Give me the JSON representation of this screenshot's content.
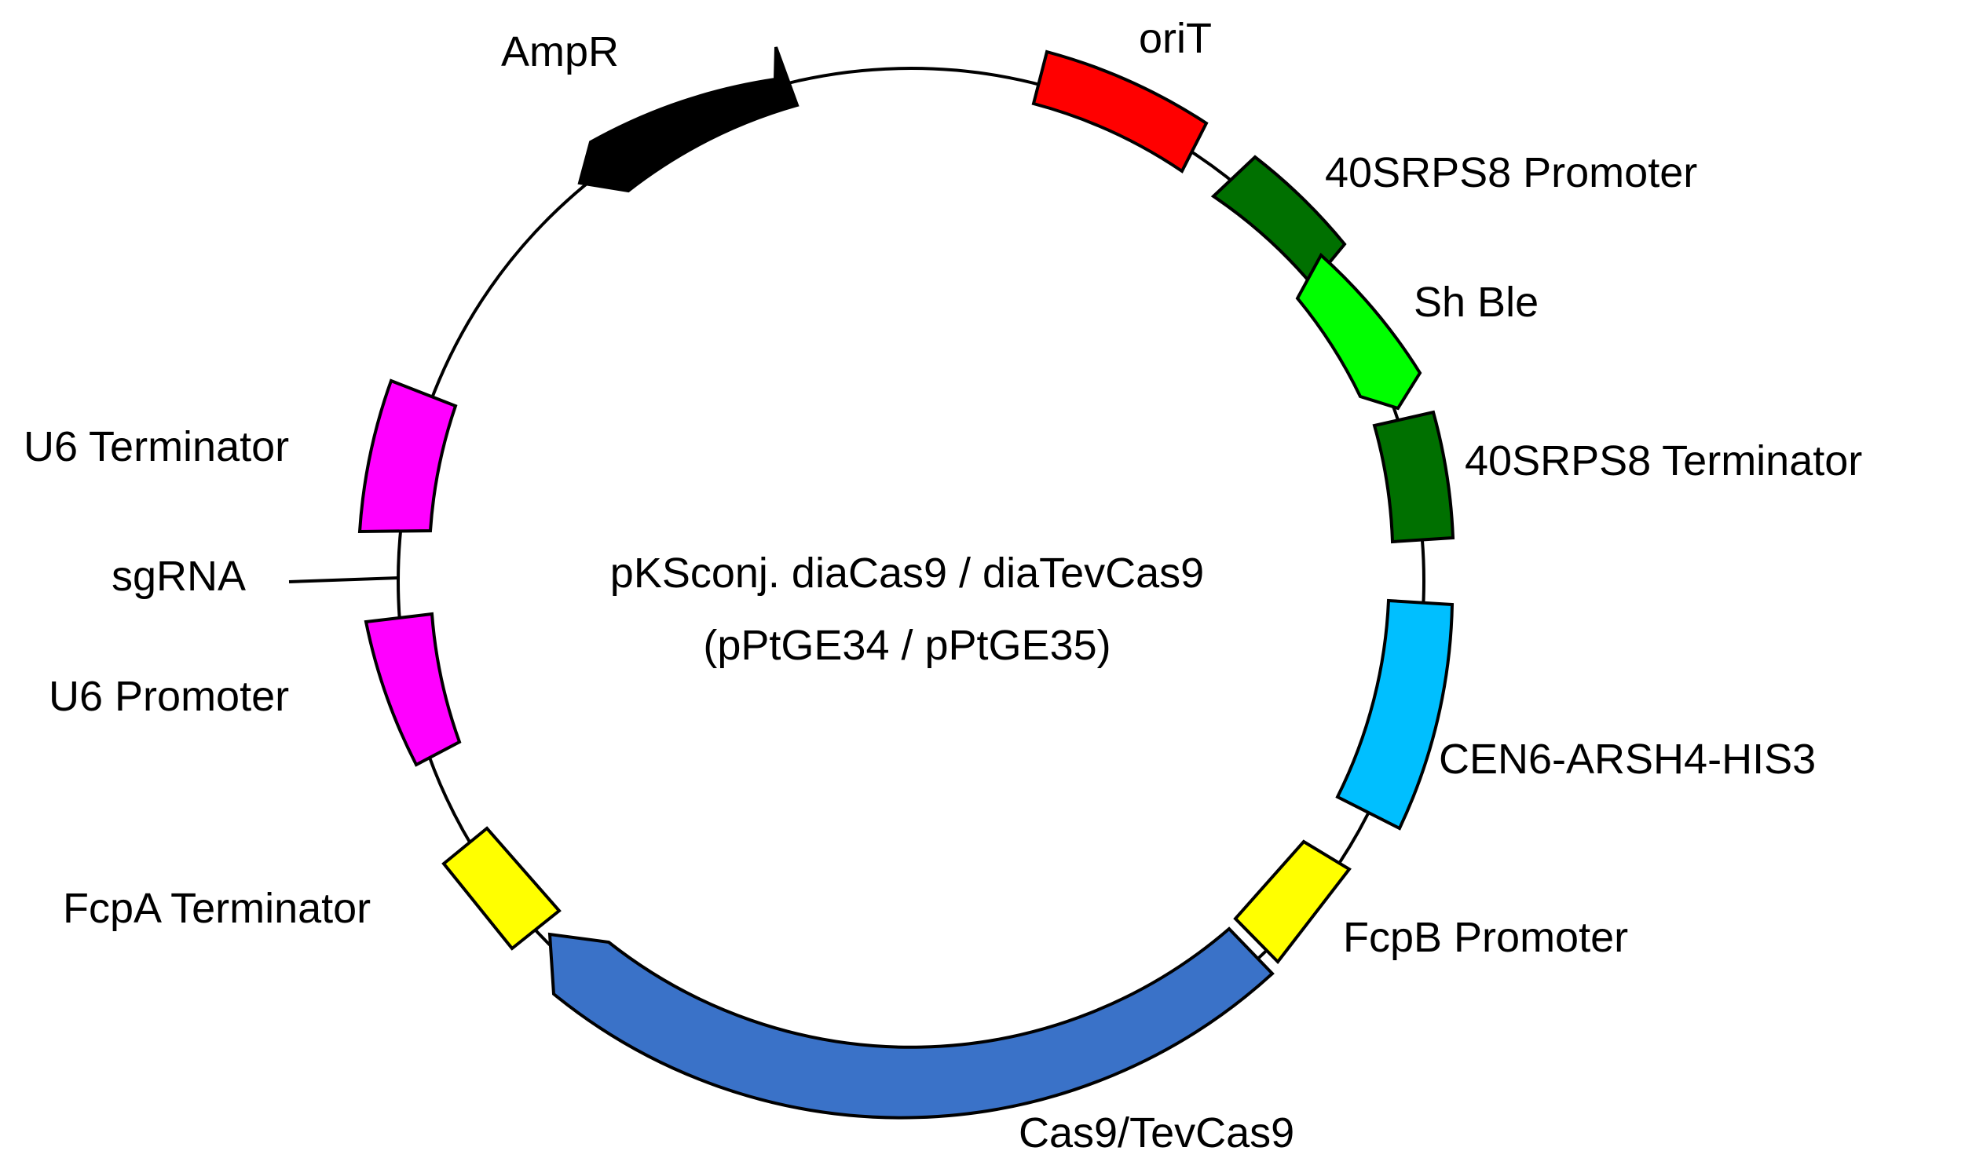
{
  "plasmid": {
    "name_line1": "pKSconj. diaCas9 / diaTevCas9",
    "name_line2": "(pPtGE34 / pPtGE35)"
  },
  "features": [
    {
      "id": "ampr",
      "label": "AmpR",
      "color": "#000000"
    },
    {
      "id": "orit",
      "label": "oriT",
      "color": "#ff0000"
    },
    {
      "id": "40srps8-promoter",
      "label": "40SRPS8 Promoter",
      "color": "#007000"
    },
    {
      "id": "sh-ble",
      "label": "Sh Ble",
      "color": "#00ff00"
    },
    {
      "id": "40srps8-terminator",
      "label": "40SRPS8 Terminator",
      "color": "#007000"
    },
    {
      "id": "cen6-arsh4-his3",
      "label": "CEN6-ARSH4-HIS3",
      "color": "#00bfff"
    },
    {
      "id": "fcpb-promoter",
      "label": "FcpB Promoter",
      "color": "#ffff00"
    },
    {
      "id": "cas9-tevcas9",
      "label": "Cas9/TevCas9",
      "color": "#3a72c8"
    },
    {
      "id": "fcpa-terminator",
      "label": "FcpA Terminator",
      "color": "#ffff00"
    },
    {
      "id": "u6-promoter",
      "label": "U6 Promoter",
      "color": "#ff00ff"
    },
    {
      "id": "sgrna",
      "label": "sgRNA",
      "color": "#000000"
    },
    {
      "id": "u6-terminator",
      "label": "U6 Terminator",
      "color": "#ff00ff"
    }
  ]
}
